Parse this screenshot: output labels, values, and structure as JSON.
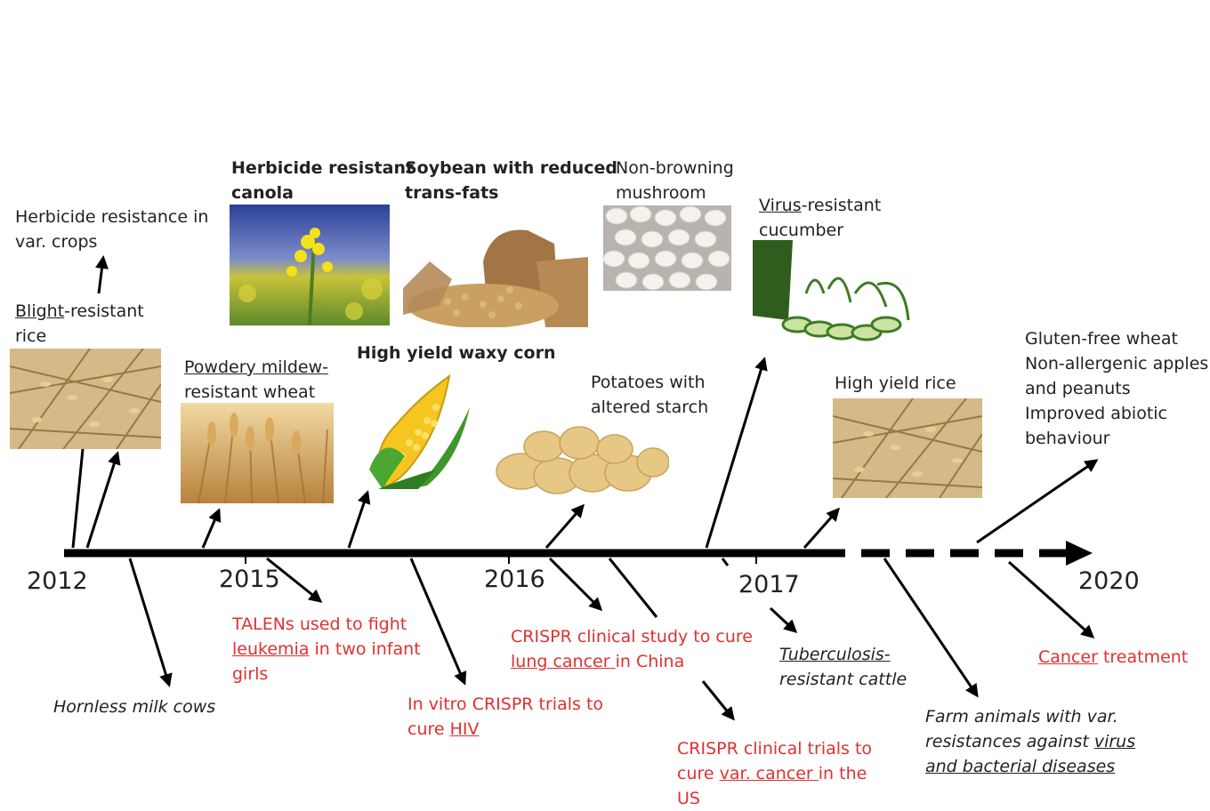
{
  "timeline": {
    "years": [
      "2012",
      "2015",
      "2016",
      "2017",
      "2020"
    ]
  },
  "labels": {
    "herbicide_var": {
      "line1": "Herbicide resistance in",
      "line2": "var. crops"
    },
    "blight_rice": {
      "underlined": "Blight",
      "rest1": "-resistant",
      "line2": "rice"
    },
    "herbicide_canola": {
      "line1": "Herbicide resistant",
      "line2": "canola"
    },
    "soybean": {
      "line1": "Soybean with reduced",
      "line2": "trans-fats"
    },
    "mushroom": {
      "line1": "Non-browning",
      "line2": "mushroom"
    },
    "cucumber": {
      "underlined": "Virus",
      "rest1": "-resistant",
      "line2": "cucumber"
    },
    "mildew_wheat": {
      "line1": "Powdery mildew-",
      "line2": "resistant wheat"
    },
    "waxy_corn": {
      "line1": "High yield waxy corn"
    },
    "potatoes": {
      "line1": "Potatoes with",
      "line2": "altered starch"
    },
    "high_yield_rice": {
      "line1": "High yield rice"
    },
    "future_crops": {
      "line1": "Gluten-free wheat",
      "line2": "Non-allergenic apples",
      "line3": "and peanuts",
      "line4": "Improved abiotic",
      "line5": "behaviour"
    },
    "hornless_cows": {
      "line1": "Hornless milk cows"
    },
    "talens": {
      "line1": "TALENs used to fight",
      "underlined": "leukemia",
      "rest2": " in two infant",
      "line3": "girls"
    },
    "invitro_hiv": {
      "line1": "In vitro CRISPR trials to",
      "prefix2": "cure ",
      "underlined": "HIV"
    },
    "crispr_china": {
      "line1": "CRISPR clinical study to cure",
      "underlined": "lung cancer ",
      "rest2": "in China"
    },
    "crispr_us": {
      "line1": "CRISPR clinical trials to",
      "prefix2": "cure ",
      "underlined": "var. cancer ",
      "rest2": "in the",
      "line3": "US"
    },
    "tb_cattle": {
      "underlined": "Tuberculosis-",
      "line2": "resistant cattle"
    },
    "farm_animals": {
      "line1": "Farm animals with var.",
      "prefix2": "resistances against ",
      "underlined2": "virus",
      "underlined3": "and bacterial diseases"
    },
    "cancer_treatment": {
      "underlined": "Cancer",
      "rest1": " treatment"
    }
  },
  "colors": {
    "text": "#222222",
    "medical": "#e03030",
    "axis": "#000000"
  },
  "icons": [
    "rice-photo",
    "canola-photo",
    "soybean-photo",
    "mushroom-photo",
    "cucumber-photo",
    "wheat-photo",
    "corn-illustration",
    "potatoes-photo",
    "rice-photo-2"
  ]
}
